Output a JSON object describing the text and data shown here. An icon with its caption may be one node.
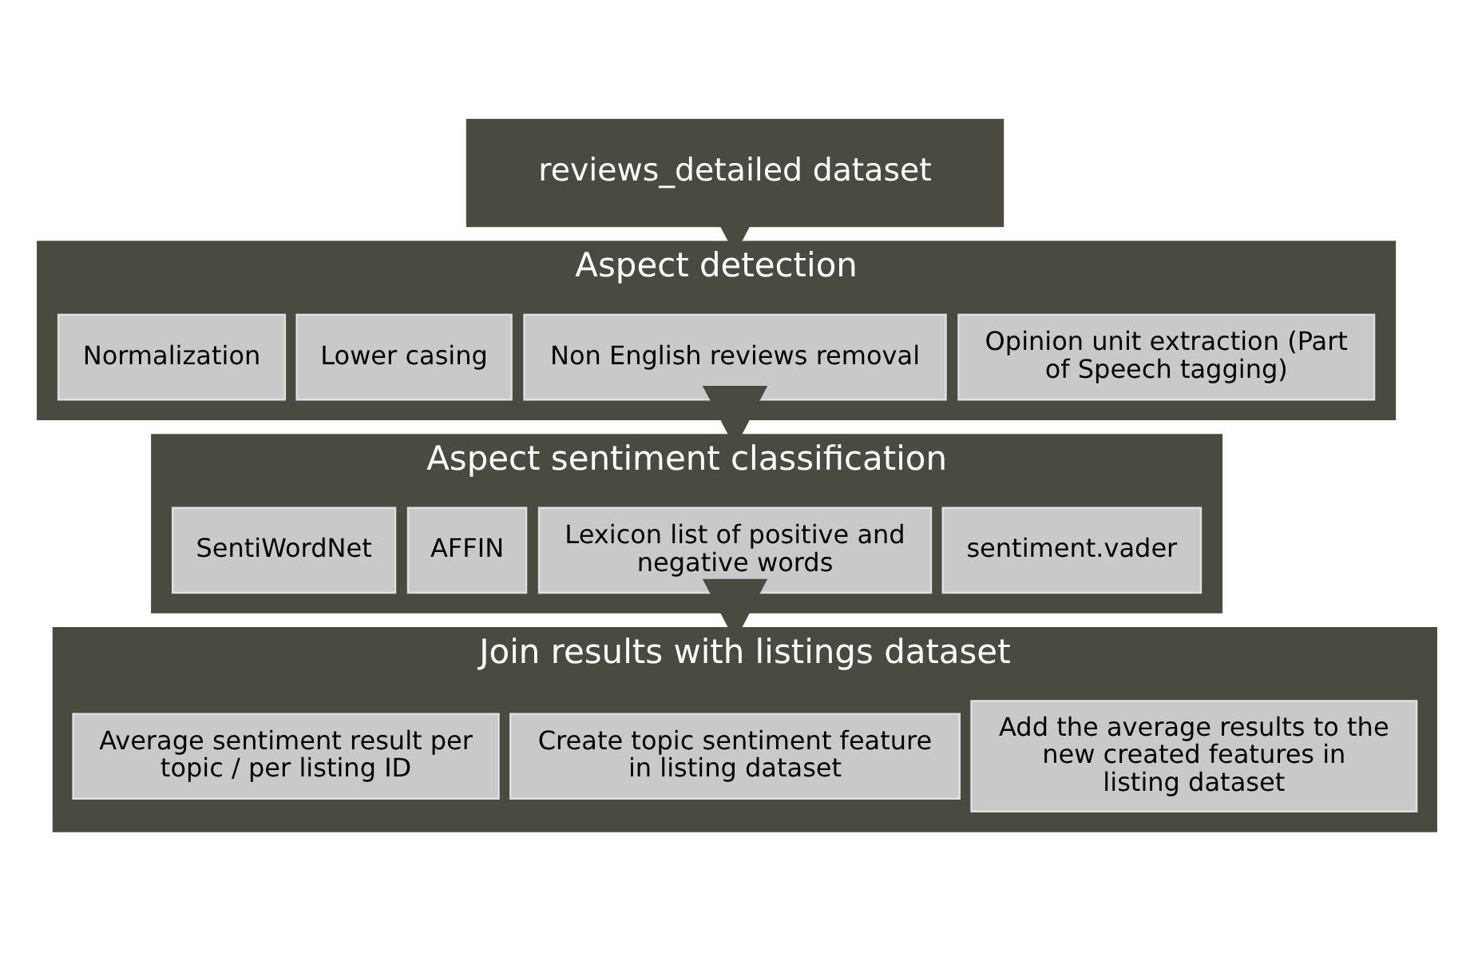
{
  "diagram": {
    "nodes": [
      {
        "text": [
          "reviews_detailed dataset"
        ]
      },
      {
        "text": [
          "Aspect detection"
        ]
      },
      {
        "text": [
          "Normalization"
        ],
        "in": 1
      },
      {
        "text": [
          "Lower casing"
        ],
        "in": 1
      },
      {
        "text": [
          "Non English reviews removal"
        ],
        "in": 1
      },
      {
        "text": [
          "Opinion unit extraction (Part of Speech tagging)"
        ],
        "in": 1
      },
      {
        "text": [
          "Aspect sentiment classification"
        ]
      },
      {
        "text": [
          "SentiWordNet"
        ],
        "in": 6
      },
      {
        "text": [
          "AFFIN"
        ],
        "in": 6
      },
      {
        "text": [
          "Lexicon list of positive and negative words"
        ],
        "in": 6
      },
      {
        "text": [
          "sentiment.vader"
        ],
        "in": 6
      },
      {
        "text": [
          "Join results with listings dataset"
        ]
      },
      {
        "text": [
          "Average sentiment result per topic / per listing ID"
        ],
        "in": 11
      },
      {
        "text": [
          "Create topic sentiment feature in listing dataset"
        ],
        "in": 11
      },
      {
        "text": [
          "Add the average results to the new created features in listing dataset"
        ],
        "in": 11
      }
    ],
    "edges": [
      {
        "from": 0,
        "to": 1,
        "arrow": "to"
      },
      {
        "from": 1,
        "to": 6,
        "arrow": "to"
      },
      {
        "from": 6,
        "to": 11,
        "arrow": "to"
      }
    ]
  }
}
